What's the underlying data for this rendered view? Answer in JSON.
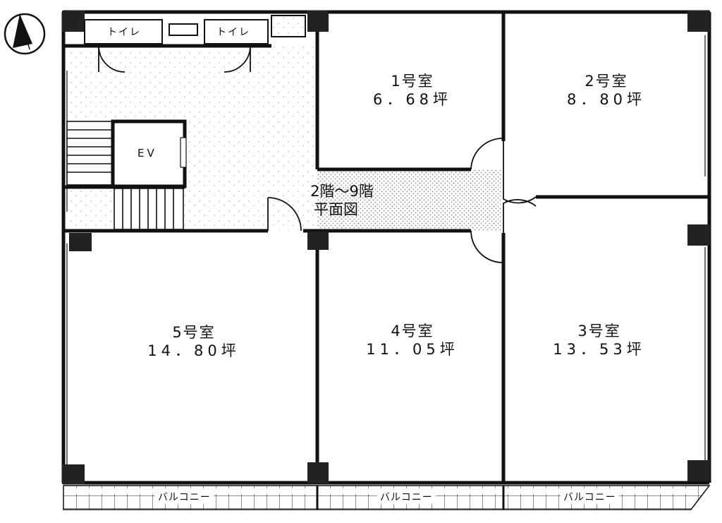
{
  "rooms": [
    {
      "id": "room1",
      "name": "1号室",
      "area": "6．68坪"
    },
    {
      "id": "room2",
      "name": "2号室",
      "area": "8．80坪"
    },
    {
      "id": "room3",
      "name": "3号室",
      "area": "13．53坪"
    },
    {
      "id": "room4",
      "name": "4号室",
      "area": "11．05坪"
    },
    {
      "id": "room5",
      "name": "5号室",
      "area": "14．80坪"
    }
  ],
  "floor_title": {
    "line1": "2階～9階",
    "line2": "平面図"
  },
  "toilet_label": "トイレ",
  "elevator_label": "EV",
  "balcony_label": "バルコニー",
  "colors": {
    "wall": "#111111",
    "hatch": "#9a9a9a",
    "background": "#ffffff"
  }
}
